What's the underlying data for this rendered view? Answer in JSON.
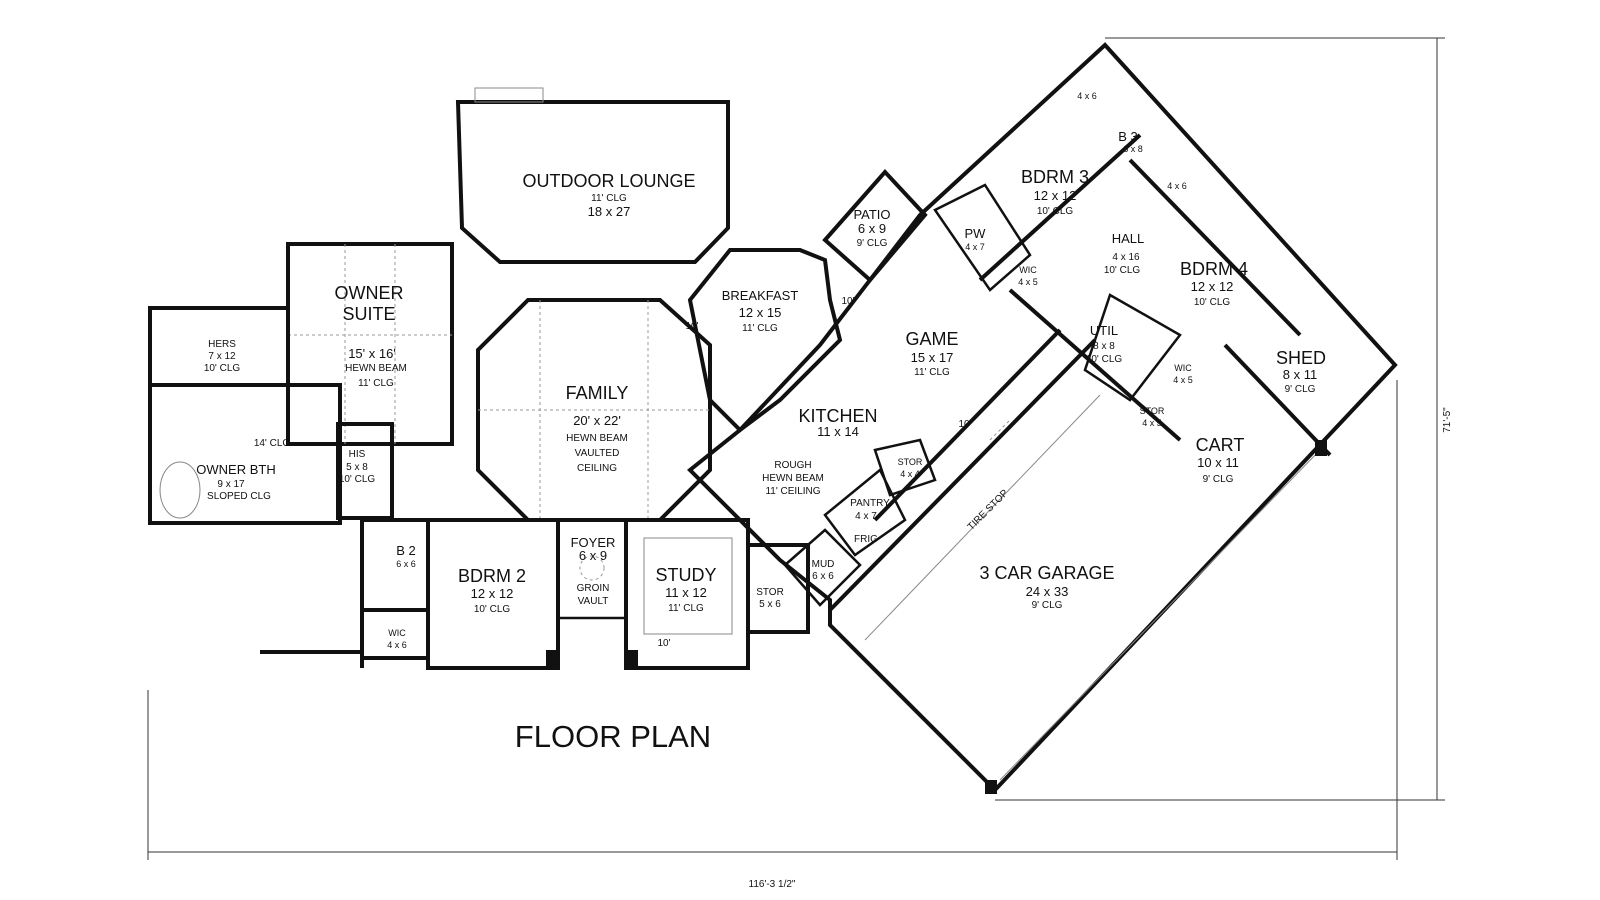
{
  "title": "FLOOR PLAN",
  "dimensions": {
    "width": "116'-3 1/2\"",
    "depth": "71'-5\""
  },
  "rooms": {
    "outdoor_lounge": {
      "name": "OUTDOOR LOUNGE",
      "ceiling": "11' CLG",
      "size": "18 x 27"
    },
    "patio": {
      "name": "PATIO",
      "size": "6 x 9",
      "ceiling": "9' CLG"
    },
    "bdrm3": {
      "name": "BDRM 3",
      "size": "12 x 12",
      "ceiling": "10' CLG"
    },
    "bath_a": {
      "size": "4 x 6"
    },
    "b3": {
      "name": "B 3",
      "size": "6 x 8"
    },
    "bath_b": {
      "size": "4 x 6"
    },
    "pw": {
      "name": "PW",
      "size": "4 x 7"
    },
    "wic_bdrm3": {
      "name": "WIC",
      "size": "4 x 5"
    },
    "hall": {
      "name": "HALL",
      "size": "4 x 16",
      "ceiling": "10' CLG"
    },
    "bdrm4": {
      "name": "BDRM 4",
      "size": "12 x 12",
      "ceiling": "10' CLG"
    },
    "owner_suite": {
      "name1": "OWNER",
      "name2": "SUITE",
      "size": "15' x 16'",
      "note": "HEWN BEAM",
      "ceiling": "11' CLG"
    },
    "hers": {
      "name": "HERS",
      "size": "7 x 12",
      "ceiling": "10' CLG"
    },
    "breakfast": {
      "name": "BREAKFAST",
      "size": "12 x 15",
      "ceiling": "11' CLG",
      "dim_left": "10'",
      "dim_right": "10'"
    },
    "game": {
      "name": "GAME",
      "size": "15 x 17",
      "ceiling": "11' CLG",
      "dim": "10'"
    },
    "util": {
      "name": "UTIL",
      "size": "8 x 8",
      "ceiling": "10' CLG"
    },
    "shed": {
      "name": "SHED",
      "size": "8 x 11",
      "ceiling": "9' CLG"
    },
    "wic_bdrm4": {
      "name": "WIC",
      "size": "4 x 5"
    },
    "family": {
      "name": "FAMILY",
      "size": "20' x 22'",
      "note1": "HEWN BEAM",
      "note2": "VAULTED",
      "note3": "CEILING"
    },
    "kitchen": {
      "name": "KITCHEN",
      "size": "11 x 14",
      "note1": "ROUGH",
      "note2": "HEWN BEAM",
      "note3": "11' CEILING"
    },
    "owner_bth": {
      "name": "OWNER BTH",
      "size": "9 x 17",
      "ceiling": "SLOPED CLG",
      "hall_ceiling": "14' CLG"
    },
    "his": {
      "name": "HIS",
      "size": "5 x 8",
      "ceiling": "10' CLG"
    },
    "stor_kitchen": {
      "name": "STOR",
      "size": "4 x 4"
    },
    "stor_util": {
      "name": "STOR",
      "size": "4 x 5"
    },
    "cart": {
      "name": "CART",
      "size": "10 x 11",
      "ceiling": "9' CLG"
    },
    "pantry": {
      "name": "PANTRY",
      "size": "4 x 7"
    },
    "frig": {
      "name": "FRIG"
    },
    "garage": {
      "name": "3 CAR GARAGE",
      "size": "24 x 33",
      "ceiling": "9' CLG",
      "tire_stop": "TIRE STOP"
    },
    "foyer": {
      "name": "FOYER",
      "size": "6 x 9",
      "note1": "GROIN",
      "note2": "VAULT"
    },
    "b2": {
      "name": "B 2",
      "size": "6 x 6"
    },
    "bdrm2": {
      "name": "BDRM 2",
      "size": "12 x 12",
      "ceiling": "10' CLG"
    },
    "study": {
      "name": "STUDY",
      "size": "11 x 12",
      "ceiling": "11' CLG",
      "dim": "10'"
    },
    "mud": {
      "name": "MUD",
      "size": "6 x 6"
    },
    "stor_study": {
      "name": "STOR",
      "size": "5 x 6"
    },
    "wic_bdrm2": {
      "name": "WIC",
      "size": "4 x 6"
    }
  }
}
